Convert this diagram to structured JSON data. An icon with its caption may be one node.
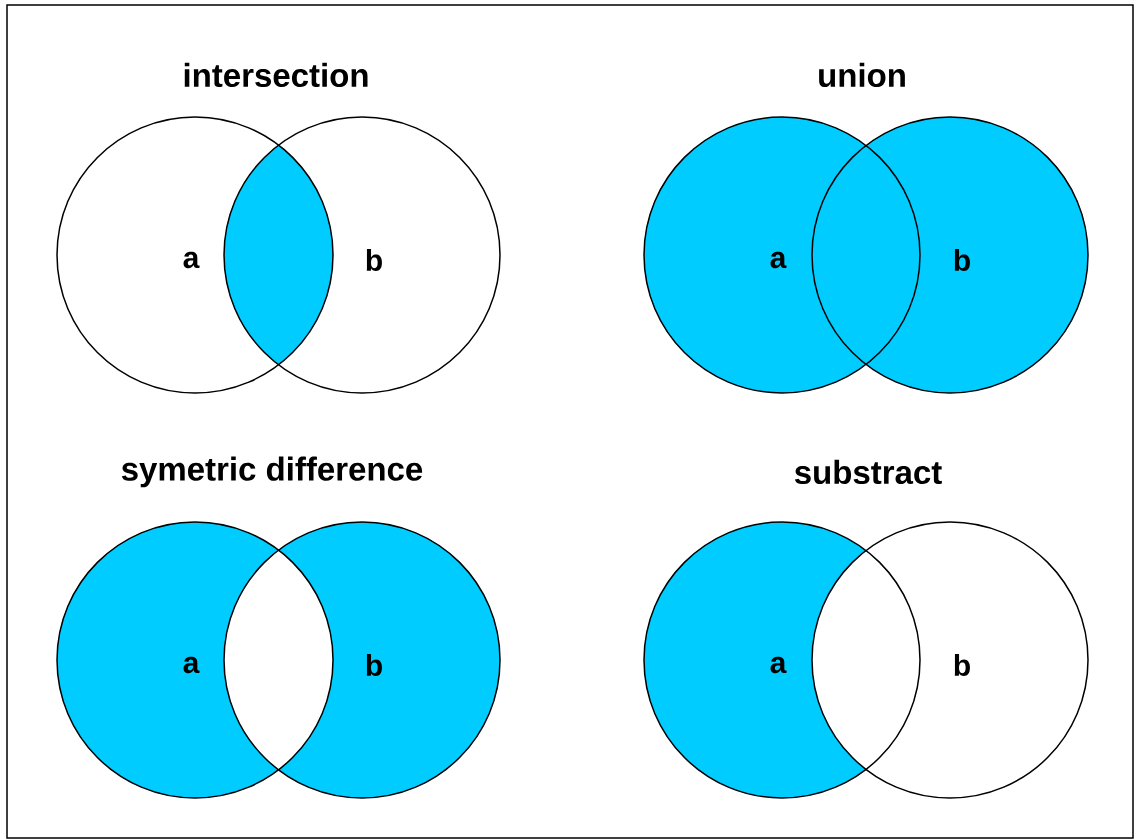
{
  "diagram": {
    "nodes": [
      {
        "text": [
          "a"
        ]
      },
      {
        "text": [
          "b"
        ]
      },
      {
        "text": [
          "a"
        ]
      },
      {
        "text": [
          "b"
        ]
      },
      {
        "text": [
          "a"
        ]
      },
      {
        "text": [
          "b"
        ]
      },
      {
        "text": [
          "a"
        ]
      },
      {
        "text": [
          "b"
        ]
      }
    ],
    "edges": [],
    "labels": [
      "intersection",
      "union",
      "symetric difference",
      "substract"
    ]
  }
}
